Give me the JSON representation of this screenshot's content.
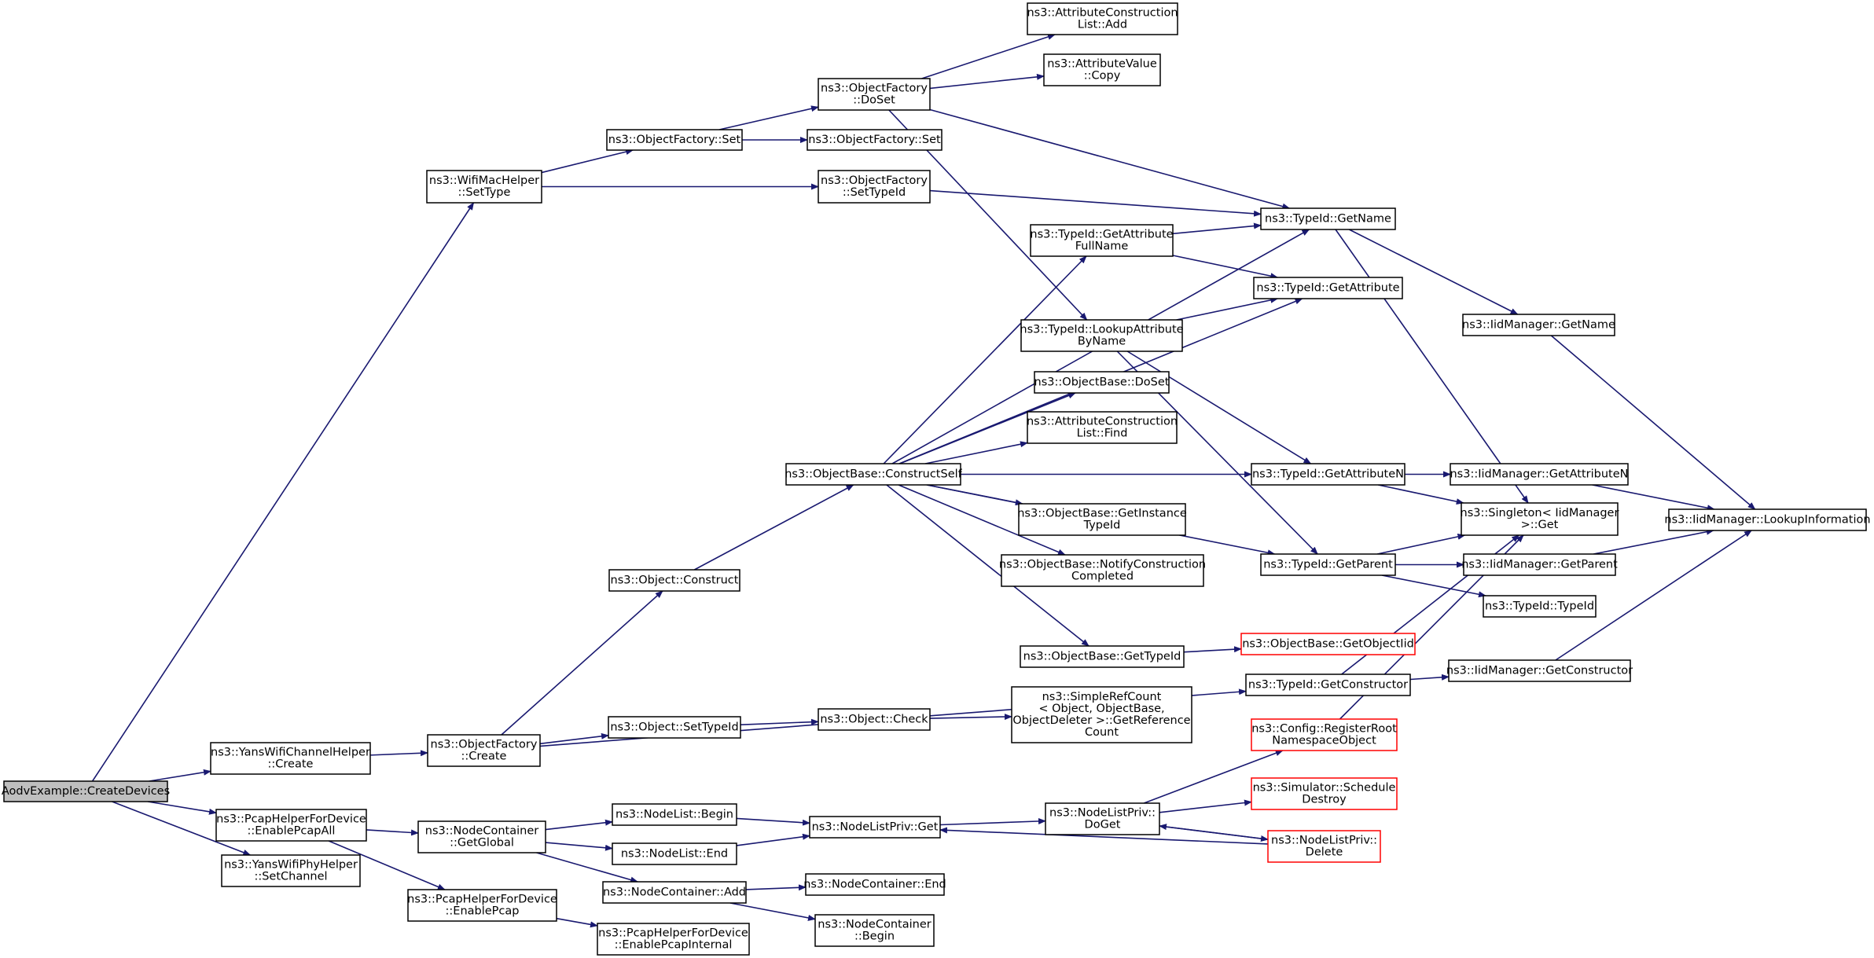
{
  "colors": {
    "edge": "#191970",
    "node_border": "#000000",
    "missing_border": "#ff0000",
    "root_fill": "#bfbfbf",
    "background": "#ffffff"
  },
  "nodes": [
    {
      "id": "n0",
      "lines": [
        "AodvExample::CreateDevices"
      ],
      "root": true
    },
    {
      "id": "n1",
      "lines": [
        "ns3::WifiMacHelper",
        "::SetType"
      ]
    },
    {
      "id": "n2",
      "lines": [
        "ns3::YansWifiChannelHelper",
        "::Create"
      ]
    },
    {
      "id": "n3",
      "lines": [
        "ns3::PcapHelperForDevice",
        "::EnablePcapAll"
      ]
    },
    {
      "id": "n4",
      "lines": [
        "ns3::YansWifiPhyHelper",
        "::SetChannel"
      ]
    },
    {
      "id": "n5",
      "lines": [
        "ns3::ObjectFactory::Set"
      ]
    },
    {
      "id": "n6",
      "lines": [
        "ns3::ObjectFactory",
        "::SetTypeId"
      ]
    },
    {
      "id": "n7",
      "lines": [
        "ns3::ObjectFactory",
        "::DoSet"
      ]
    },
    {
      "id": "n8",
      "lines": [
        "ns3::ObjectFactory::Set"
      ]
    },
    {
      "id": "n9",
      "lines": [
        "ns3::AttributeConstruction",
        "List::Add"
      ]
    },
    {
      "id": "n10",
      "lines": [
        "ns3::AttributeValue",
        "::Copy"
      ]
    },
    {
      "id": "n11",
      "lines": [
        "ns3::TypeId::GetName"
      ]
    },
    {
      "id": "n12",
      "lines": [
        "ns3::TypeId::LookupAttribute",
        "ByName"
      ]
    },
    {
      "id": "n13",
      "lines": [
        "ns3::TypeId::GetAttribute"
      ]
    },
    {
      "id": "n14",
      "lines": [
        "ns3::TypeId::GetAttributeN"
      ]
    },
    {
      "id": "n15",
      "lines": [
        "ns3::TypeId::GetParent"
      ]
    },
    {
      "id": "n16",
      "lines": [
        "ns3::IidManager::GetName"
      ]
    },
    {
      "id": "n17",
      "lines": [
        "ns3::Singleton< IidManager",
        " >::Get"
      ]
    },
    {
      "id": "n18",
      "lines": [
        "ns3::IidManager::LookupInformation"
      ]
    },
    {
      "id": "n19",
      "lines": [
        "ns3::IidManager::GetAttributeN"
      ]
    },
    {
      "id": "n20",
      "lines": [
        "ns3::IidManager::GetParent"
      ]
    },
    {
      "id": "n21",
      "lines": [
        "ns3::TypeId::TypeId"
      ]
    },
    {
      "id": "n22",
      "lines": [
        "ns3::ObjectFactory",
        "::Create"
      ]
    },
    {
      "id": "n23",
      "lines": [
        "ns3::Object::Construct"
      ]
    },
    {
      "id": "n24",
      "lines": [
        "ns3::ObjectBase::ConstructSelf"
      ]
    },
    {
      "id": "n25",
      "lines": [
        "ns3::TypeId::GetAttribute",
        "FullName"
      ]
    },
    {
      "id": "n26",
      "lines": [
        "ns3::ObjectBase::DoSet"
      ]
    },
    {
      "id": "n27",
      "lines": [
        "ns3::AttributeConstruction",
        "List::Find"
      ]
    },
    {
      "id": "n28",
      "lines": [
        "ns3::ObjectBase::GetInstance",
        "TypeId"
      ]
    },
    {
      "id": "n29",
      "lines": [
        "ns3::ObjectBase::NotifyConstruction",
        "Completed"
      ]
    },
    {
      "id": "n30",
      "lines": [
        "ns3::ObjectBase::GetTypeId"
      ]
    },
    {
      "id": "n31",
      "lines": [
        "ns3::ObjectBase::GetObjectIid"
      ],
      "missing": true
    },
    {
      "id": "n32",
      "lines": [
        "ns3::Object::SetTypeId"
      ]
    },
    {
      "id": "n33",
      "lines": [
        "ns3::Object::Check"
      ]
    },
    {
      "id": "n34",
      "lines": [
        "ns3::SimpleRefCount",
        "< Object, ObjectBase,",
        " ObjectDeleter >::GetReference",
        "Count"
      ]
    },
    {
      "id": "n35",
      "lines": [
        "ns3::TypeId::GetConstructor"
      ]
    },
    {
      "id": "n36",
      "lines": [
        "ns3::IidManager::GetConstructor"
      ]
    },
    {
      "id": "n37",
      "lines": [
        "ns3::NodeContainer",
        "::GetGlobal"
      ]
    },
    {
      "id": "n38",
      "lines": [
        "ns3::PcapHelperForDevice",
        "::EnablePcap"
      ]
    },
    {
      "id": "n39",
      "lines": [
        "ns3::NodeList::Begin"
      ]
    },
    {
      "id": "n40",
      "lines": [
        "ns3::NodeList::End"
      ]
    },
    {
      "id": "n41",
      "lines": [
        "ns3::NodeContainer::Add"
      ]
    },
    {
      "id": "n42",
      "lines": [
        "ns3::NodeListPriv::Get"
      ]
    },
    {
      "id": "n43",
      "lines": [
        "ns3::NodeListPriv::",
        "DoGet"
      ]
    },
    {
      "id": "n44",
      "lines": [
        "ns3::Config::RegisterRoot",
        "NamespaceObject"
      ],
      "missing": true
    },
    {
      "id": "n45",
      "lines": [
        "ns3::Simulator::Schedule",
        "Destroy"
      ],
      "missing": true
    },
    {
      "id": "n46",
      "lines": [
        "ns3::NodeListPriv::",
        "Delete"
      ],
      "missing": true
    },
    {
      "id": "n47",
      "lines": [
        "ns3::NodeContainer::End"
      ]
    },
    {
      "id": "n48",
      "lines": [
        "ns3::NodeContainer",
        "::Begin"
      ]
    },
    {
      "id": "n49",
      "lines": [
        "ns3::PcapHelperForDevice",
        "::EnablePcapInternal"
      ]
    }
  ],
  "edges": [
    [
      "n0",
      "n1"
    ],
    [
      "n0",
      "n2"
    ],
    [
      "n0",
      "n3"
    ],
    [
      "n0",
      "n4"
    ],
    [
      "n1",
      "n5"
    ],
    [
      "n1",
      "n6"
    ],
    [
      "n5",
      "n7"
    ],
    [
      "n5",
      "n8"
    ],
    [
      "n7",
      "n9"
    ],
    [
      "n7",
      "n10"
    ],
    [
      "n7",
      "n11"
    ],
    [
      "n7",
      "n12"
    ],
    [
      "n6",
      "n11"
    ],
    [
      "n11",
      "n16"
    ],
    [
      "n11",
      "n17"
    ],
    [
      "n16",
      "n18"
    ],
    [
      "n12",
      "n13"
    ],
    [
      "n12",
      "n14"
    ],
    [
      "n12",
      "n15"
    ],
    [
      "n14",
      "n17"
    ],
    [
      "n14",
      "n19"
    ],
    [
      "n19",
      "n18"
    ],
    [
      "n15",
      "n17"
    ],
    [
      "n15",
      "n20"
    ],
    [
      "n15",
      "n21"
    ],
    [
      "n20",
      "n18"
    ],
    [
      "n2",
      "n22"
    ],
    [
      "n22",
      "n23"
    ],
    [
      "n22",
      "n32"
    ],
    [
      "n22",
      "n35"
    ],
    [
      "n23",
      "n24"
    ],
    [
      "n24",
      "n11"
    ],
    [
      "n24",
      "n25"
    ],
    [
      "n24",
      "n13"
    ],
    [
      "n24",
      "n26"
    ],
    [
      "n24",
      "n27"
    ],
    [
      "n24",
      "n14"
    ],
    [
      "n24",
      "n28"
    ],
    [
      "n24",
      "n29"
    ],
    [
      "n24",
      "n15"
    ],
    [
      "n24",
      "n30"
    ],
    [
      "n25",
      "n11"
    ],
    [
      "n25",
      "n13"
    ],
    [
      "n30",
      "n31"
    ],
    [
      "n32",
      "n33"
    ],
    [
      "n33",
      "n34"
    ],
    [
      "n35",
      "n17"
    ],
    [
      "n35",
      "n36"
    ],
    [
      "n36",
      "n18"
    ],
    [
      "n3",
      "n37"
    ],
    [
      "n3",
      "n38"
    ],
    [
      "n37",
      "n39"
    ],
    [
      "n37",
      "n40"
    ],
    [
      "n37",
      "n41"
    ],
    [
      "n39",
      "n42"
    ],
    [
      "n40",
      "n42"
    ],
    [
      "n42",
      "n43"
    ],
    [
      "n43",
      "n44"
    ],
    [
      "n43",
      "n45"
    ],
    [
      "n43",
      "n46"
    ],
    [
      "n44",
      "n17"
    ],
    [
      "n46",
      "n42"
    ],
    [
      "n46",
      "n43"
    ],
    [
      "n41",
      "n47"
    ],
    [
      "n41",
      "n48"
    ],
    [
      "n38",
      "n49"
    ]
  ]
}
